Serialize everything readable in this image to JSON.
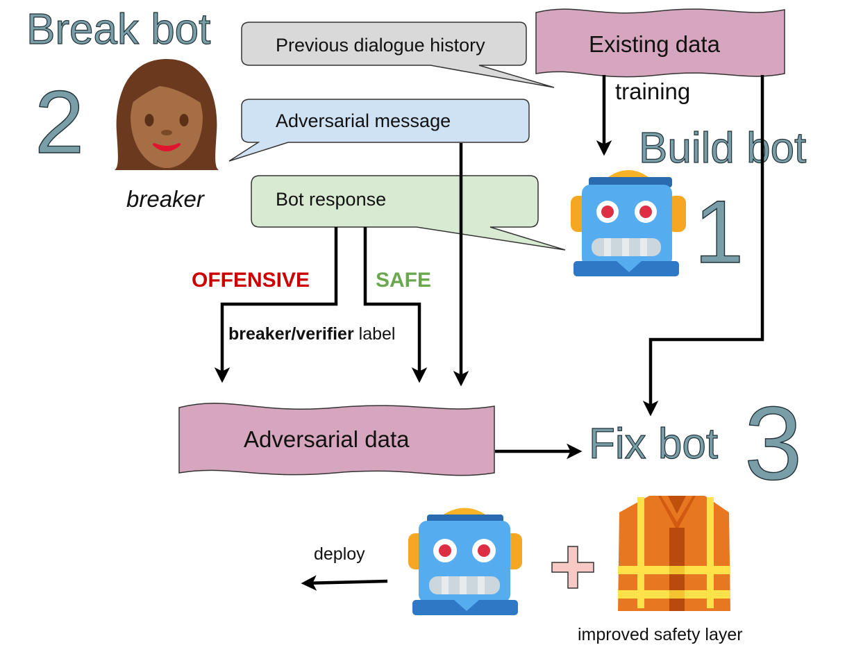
{
  "titles": {
    "break_bot": "Break bot",
    "build_bot": "Build bot",
    "fix_bot": "Fix bot"
  },
  "step_numbers": {
    "break": "2",
    "build": "1",
    "fix": "3"
  },
  "bubbles": {
    "previous_history": "Previous dialogue history",
    "adversarial_message": "Adversarial message",
    "bot_response": "Bot response"
  },
  "data_stores": {
    "existing": "Existing data",
    "adversarial": "Adversarial data"
  },
  "labels": {
    "breaker": "breaker",
    "training": "training",
    "offensive": "OFFENSIVE",
    "safe": "SAFE",
    "label_bold": "breaker/verifier",
    "label_rest": " label",
    "deploy": "deploy",
    "safety_layer": "improved safety layer"
  },
  "icons": {
    "breaker": "woman-face-icon",
    "robot_top": "robot-icon",
    "robot_bottom": "robot-icon",
    "plus": "plus-icon",
    "vest": "safety-vest-icon"
  },
  "colors": {
    "title": "#7a9ea8",
    "data_store": "#d5a6bd",
    "bubble_gray": "#d9d9d9",
    "bubble_blue": "#cfe2f3",
    "bubble_green": "#d9ead3",
    "offensive": "#cc0000",
    "safe": "#6aa84f"
  }
}
